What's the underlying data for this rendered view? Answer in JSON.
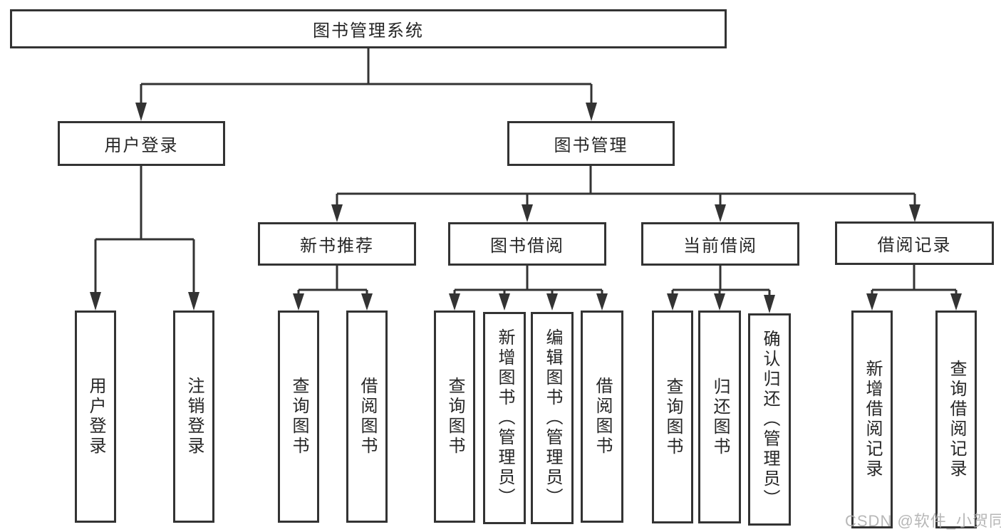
{
  "diagram_title": "图书管理系统",
  "nodes": {
    "root": {
      "label": "图书管理系统"
    },
    "l2": [
      {
        "label": "用户登录"
      },
      {
        "label": "图书管理"
      }
    ],
    "l3": [
      {
        "label": "新书推荐"
      },
      {
        "label": "图书借阅"
      },
      {
        "label": "当前借阅"
      },
      {
        "label": "借阅记录"
      }
    ],
    "leaves": [
      {
        "label": "用户登录"
      },
      {
        "label": "注销登录"
      },
      {
        "label": "查询图书"
      },
      {
        "label": "借阅图书"
      },
      {
        "label": "查询图书"
      },
      {
        "label": "新增图书（管理员）"
      },
      {
        "label": "编辑图书（管理员）"
      },
      {
        "label": "借阅图书"
      },
      {
        "label": "查询图书"
      },
      {
        "label": "归还图书"
      },
      {
        "label": "确认归还（管理员）"
      },
      {
        "label": "新增借阅记录"
      },
      {
        "label": "查询借阅记录"
      }
    ]
  },
  "edges": [
    "图书管理系统→用户登录",
    "图书管理系统→图书管理",
    "用户登录→用户登录",
    "用户登录→注销登录",
    "图书管理→新书推荐",
    "图书管理→图书借阅",
    "图书管理→当前借阅",
    "图书管理→借阅记录",
    "新书推荐→查询图书",
    "新书推荐→借阅图书",
    "图书借阅→查询图书",
    "图书借阅→新增图书（管理员）",
    "图书借阅→编辑图书（管理员）",
    "图书借阅→借阅图书",
    "当前借阅→查询图书",
    "当前借阅→归还图书",
    "当前借阅→确认归还（管理员）",
    "借阅记录→新增借阅记录",
    "借阅记录→查询借阅记录"
  ],
  "watermark": "CSDN @软件_小贺同学",
  "colors": {
    "line": "#333333",
    "box_border": "#333333",
    "text": "#262626",
    "background": "#ffffff",
    "watermark": "#ababab"
  }
}
